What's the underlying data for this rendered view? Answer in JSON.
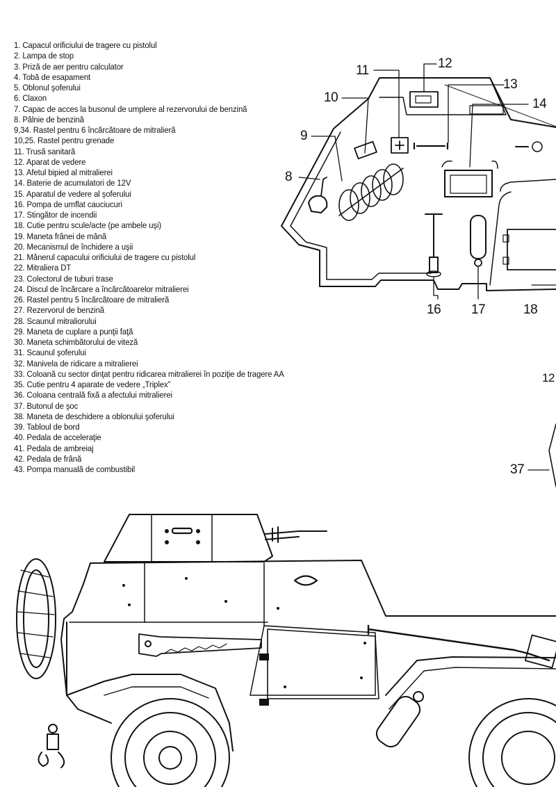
{
  "legend": [
    "1. Capacul orificiului de tragere cu pistolul",
    "2. Lampa de stop",
    "3. Priză de aer pentru calculator",
    "4. Tobă de esapament",
    "5. Oblonul şoferului",
    "6. Claxon",
    "7. Capac de acces la busonul de umplere al rezervorului de benzină",
    "8. Pâlnie de benzină",
    "9,34. Rastel pentru 6 încărcătoare de mitralieră",
    "10,25. Rastel pentru grenade",
    "11. Trusă sanitară",
    "12. Aparat de vedere",
    "13. Afetul bipied al mitralierei",
    "14. Baterie de acumulatori de 12V",
    "15. Aparatul de vedere al şoferului",
    "16. Pompa de umflat cauciucuri",
    "17. Stingător de incendii",
    "18. Cutie pentru scule/acte (pe ambele uşi)",
    "19. Maneta frânei de mână",
    "20. Mecanismul de închidere a uşii",
    "21. Mânerul capacului orificiului de tragere cu pistolul",
    "22. Mitraliera DT",
    "23. Colectorul de tuburi trase",
    "24. Discul de încărcare a încărcătoarelor mitralierei",
    "26. Rastel pentru 5 încărcătoare de mitralieră",
    "27. Rezervorul de benzină",
    "28. Scaunul mitraliorului",
    "29. Maneta de cuplare a punţii faţă",
    "30. Maneta schimbătorului de viteză",
    "31. Scaunul şoferului",
    "32. Manivela de ridicare a mitralierei",
    "33. Coloană cu sector dinţat pentru ridicarea mitralierei în poziţie de tragere AA",
    "35. Cutie pentru 4 aparate de vedere „Triplex”",
    "36. Coloana centrală fixă a afectului mitralierei",
    "37. Butonul de şoc",
    "38. Maneta de deschidere a oblonului şoferului",
    "39. Tabloul de bord",
    "40. Pedala de acceleraţie",
    "41. Pedala de ambreiaj",
    "42. Pedala de frână",
    "43. Pompa manuală de combustibil"
  ],
  "callouts": {
    "c8": "8",
    "c9": "9",
    "c10": "10",
    "c11": "11",
    "c12": "12",
    "c13": "13",
    "c14": "14",
    "c16": "16",
    "c17": "17",
    "c18": "18",
    "c12b": "12",
    "c37": "37"
  },
  "colors": {
    "ink": "#111111",
    "paper": "#ffffff"
  }
}
